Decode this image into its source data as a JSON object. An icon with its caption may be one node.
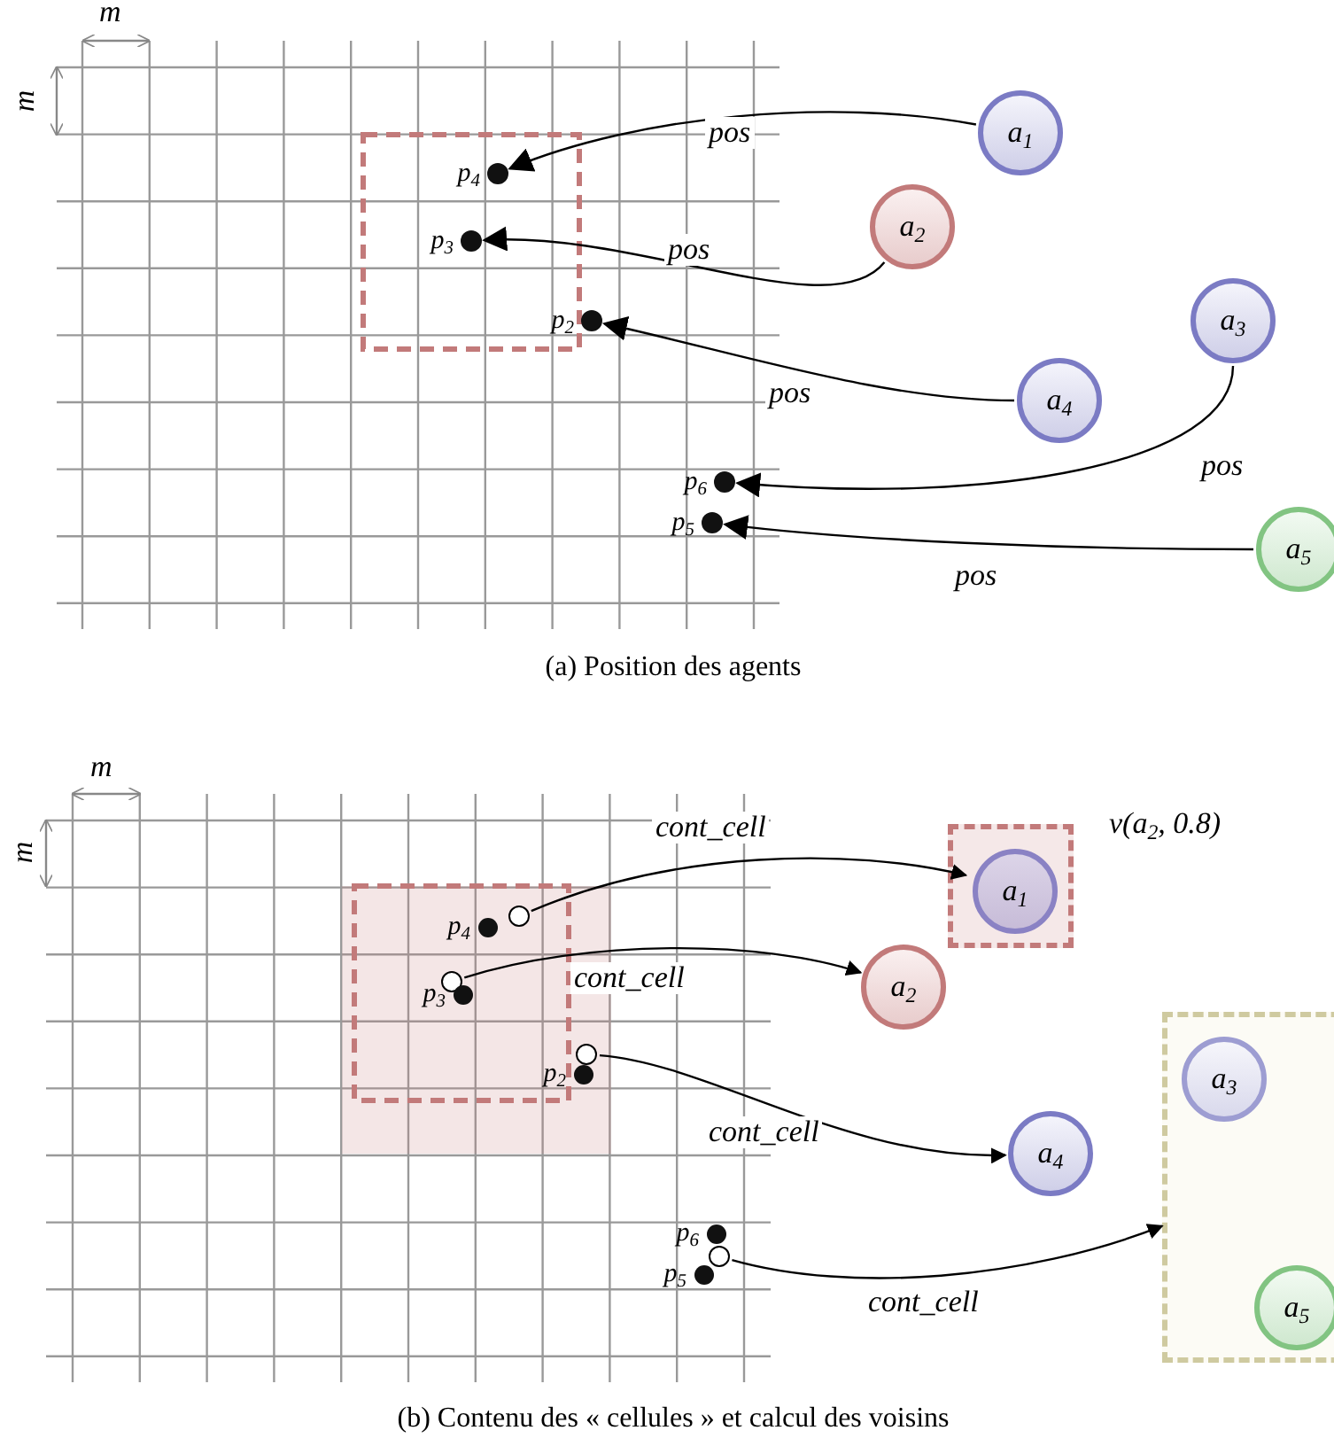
{
  "diagram": {
    "nodes": [
      {
        "text": [],
        "shape": "circle",
        "beside": [
          "p$_{4}$"
        ]
      },
      {
        "text": [
          "a$_{1}$"
        ]
      },
      {
        "text": [],
        "shape": "circle",
        "beside": [
          "p$_{3}$"
        ]
      },
      {
        "text": [
          "a$_{2}$"
        ]
      },
      {
        "text": [],
        "shape": "circle",
        "beside": [
          "p$_{2}$"
        ]
      },
      {
        "text": [
          "a$_{3}$"
        ]
      },
      {
        "text": [
          "a$_{4}$"
        ]
      },
      {
        "text": [],
        "shape": "circle",
        "beside": [
          "p$_{6}$"
        ]
      },
      {
        "text": [],
        "shape": "circle",
        "beside": [
          "p$_{5}$"
        ]
      },
      {
        "text": [
          "a$_{5}$"
        ]
      },
      {
        "text": [
          "ν(a$_{2}$, 0.8)"
        ]
      },
      {
        "text": [
          "a$_{1}$"
        ],
        "in": 10
      },
      {
        "text": [],
        "shape": "circle",
        "beside": [
          "p$_{4}$"
        ]
      },
      {
        "text": [],
        "shape": "circle"
      },
      {
        "text": [],
        "shape": "circle"
      },
      {
        "text": [],
        "shape": "circle",
        "beside": [
          "p$_{3}$"
        ]
      },
      {
        "text": [
          "a$_{2}$"
        ]
      },
      {
        "text": [],
        "shape": "circle"
      },
      {
        "text": [],
        "shape": "circle",
        "beside": [
          "p$_{2}$"
        ]
      },
      {
        "text": [],
        "shape": "box"
      },
      {
        "text": [
          "a$_{3}$"
        ],
        "in": 19
      },
      {
        "text": [
          "a$_{4}$"
        ]
      },
      {
        "text": [],
        "shape": "circle",
        "beside": [
          "p$_{6}$"
        ]
      },
      {
        "text": [],
        "shape": "circle"
      },
      {
        "text": [],
        "shape": "circle",
        "beside": [
          "p$_{5}$"
        ]
      },
      {
        "text": [
          "a$_{5}$"
        ],
        "in": 19
      }
    ],
    "edges": [
      {
        "from": 1,
        "to": 0,
        "arrow": "to",
        "label": "pos"
      },
      {
        "from": 3,
        "to": 2,
        "arrow": "to",
        "label": "pos"
      },
      {
        "from": 6,
        "to": 4,
        "arrow": "to",
        "label": "pos"
      },
      {
        "from": 5,
        "to": 7,
        "arrow": "to",
        "label": "pos"
      },
      {
        "from": 9,
        "to": 8,
        "arrow": "to",
        "label": "pos"
      },
      {
        "from": 13,
        "to": 11,
        "arrow": "to",
        "label": "cont_cell"
      },
      {
        "from": 14,
        "to": 16,
        "arrow": "to",
        "label": "cont_cell"
      },
      {
        "from": 17,
        "to": 21,
        "arrow": "to",
        "label": "cont_cell"
      },
      {
        "from": 23,
        "to": 19,
        "arrow": "to",
        "label": "cont_cell"
      }
    ],
    "labels": [
      "m",
      "m",
      "(a) Position des agents",
      "m",
      "m",
      "(b) Contenu des « cellules » et calcul des voisins"
    ]
  }
}
